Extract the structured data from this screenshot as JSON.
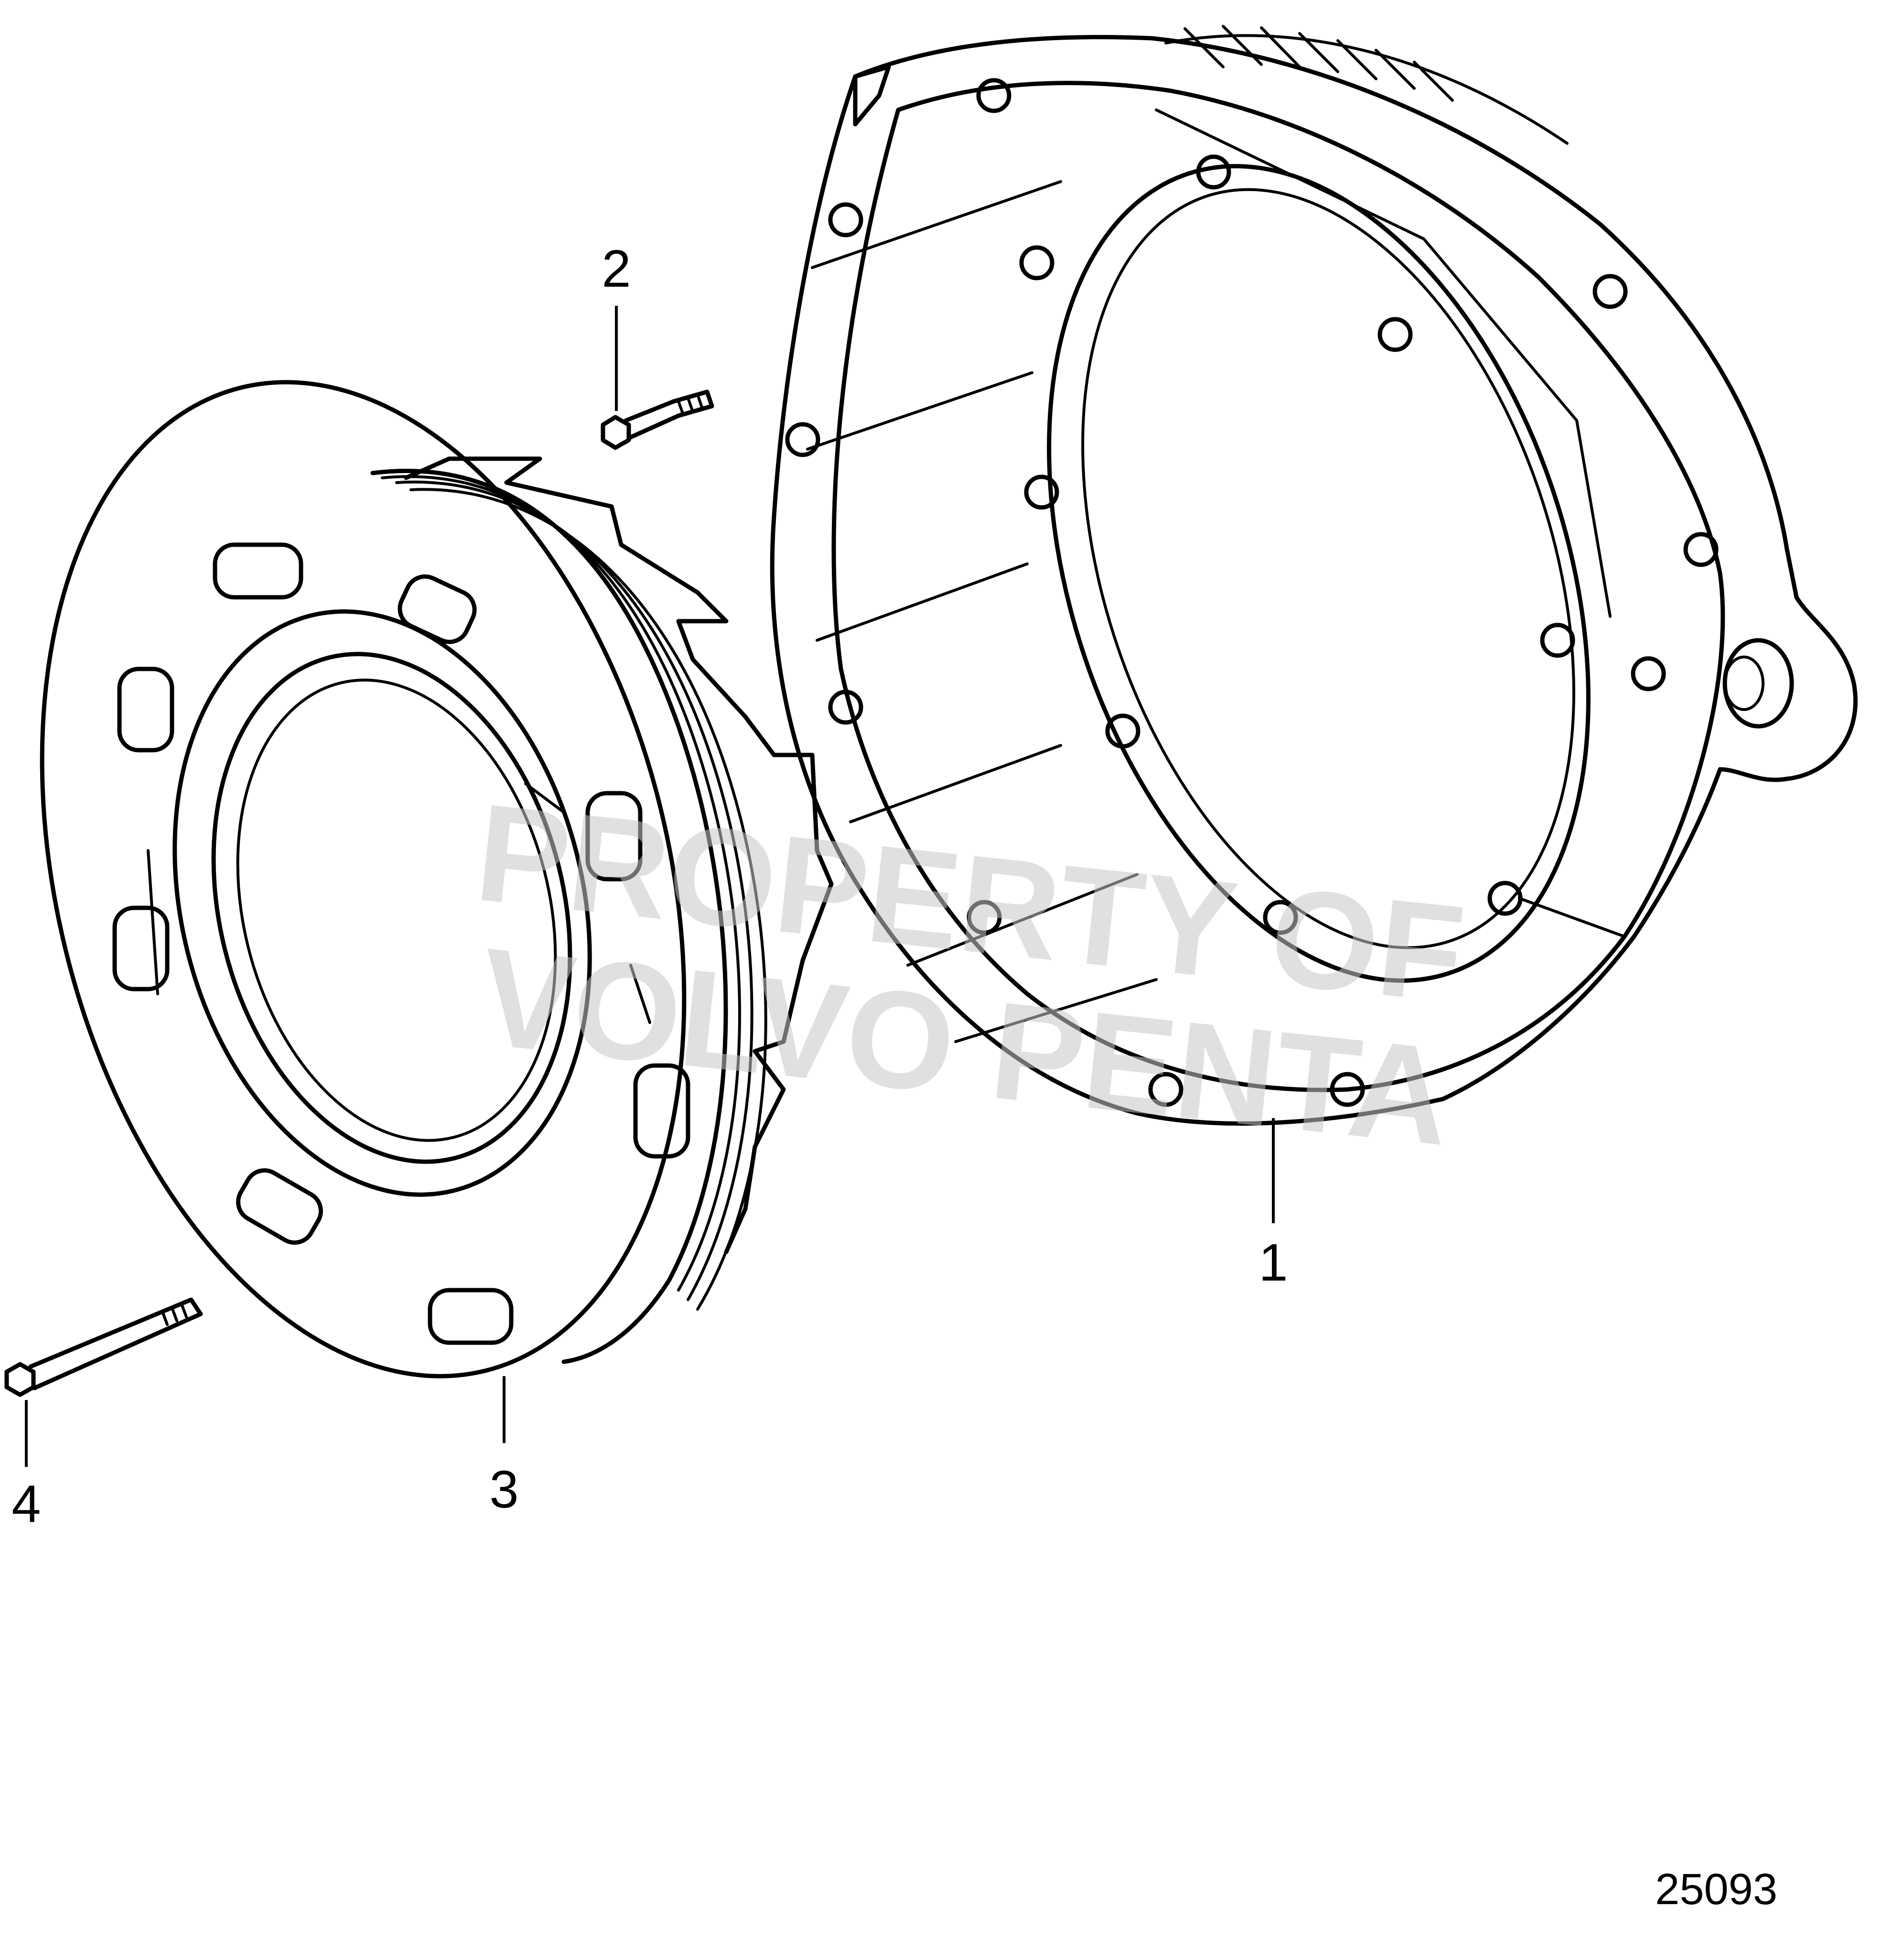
{
  "callouts": [
    {
      "id": "1",
      "label": "1"
    },
    {
      "id": "2",
      "label": "2"
    },
    {
      "id": "3",
      "label": "3"
    },
    {
      "id": "4",
      "label": "4"
    }
  ],
  "watermark": {
    "line1": "PROPERTY OF",
    "line2": "VOLVO PENTA"
  },
  "diagram_id": "25093",
  "colors": {
    "ink": "#000000",
    "background": "#ffffff",
    "watermark": "#c8c8c8"
  }
}
